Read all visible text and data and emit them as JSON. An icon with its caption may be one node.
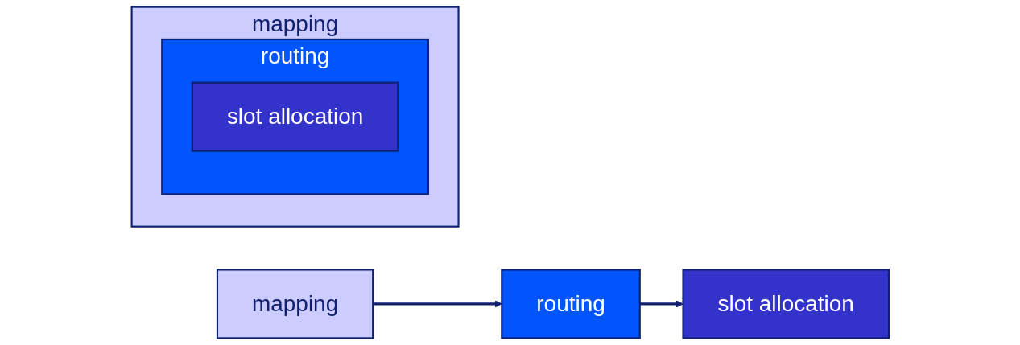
{
  "diagram": {
    "nodes": [
      {
        "text": [
          "mapping"
        ]
      },
      {
        "text": [
          "routing"
        ]
      },
      {
        "text": [
          "slot allocation"
        ]
      },
      {
        "text": [
          "mapping"
        ]
      },
      {
        "text": [
          "routing"
        ],
        "in": 3
      },
      {
        "text": [
          "slot allocation"
        ],
        "in": 4
      }
    ],
    "edges": [
      {
        "from": 0,
        "to": 1,
        "arrow": "to"
      },
      {
        "from": 1,
        "to": 2,
        "arrow": "to"
      }
    ]
  }
}
